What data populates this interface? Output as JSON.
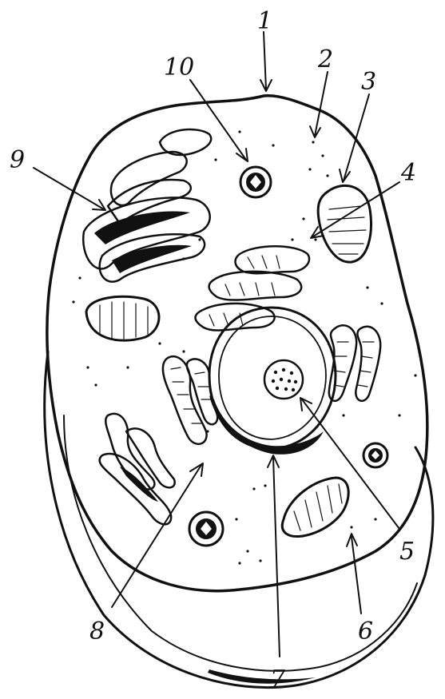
{
  "diagram": {
    "type": "labeled-illustration",
    "labels": [
      "1",
      "2",
      "3",
      "4",
      "5",
      "6",
      "7",
      "8",
      "9",
      "10"
    ]
  }
}
